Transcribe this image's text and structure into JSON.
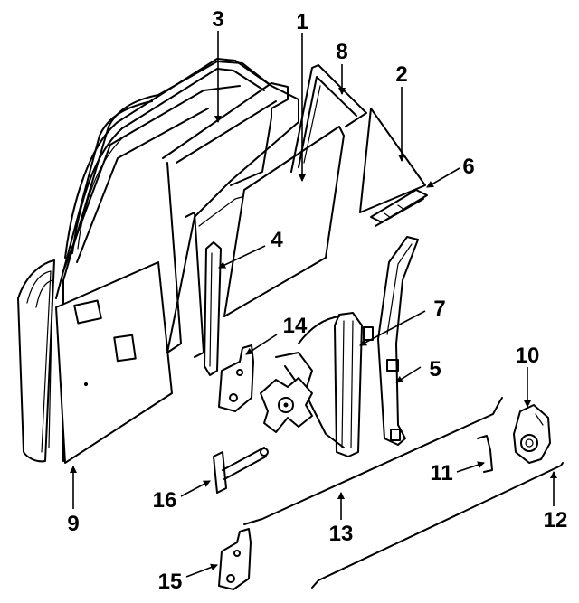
{
  "callouts": {
    "c1": "1",
    "c2": "2",
    "c3": "3",
    "c4": "4",
    "c5": "5",
    "c6": "6",
    "c7": "7",
    "c8": "8",
    "c9": "9",
    "c10": "10",
    "c11": "11",
    "c12": "12",
    "c13": "13",
    "c14": "14",
    "c15": "15",
    "c16": "16"
  }
}
